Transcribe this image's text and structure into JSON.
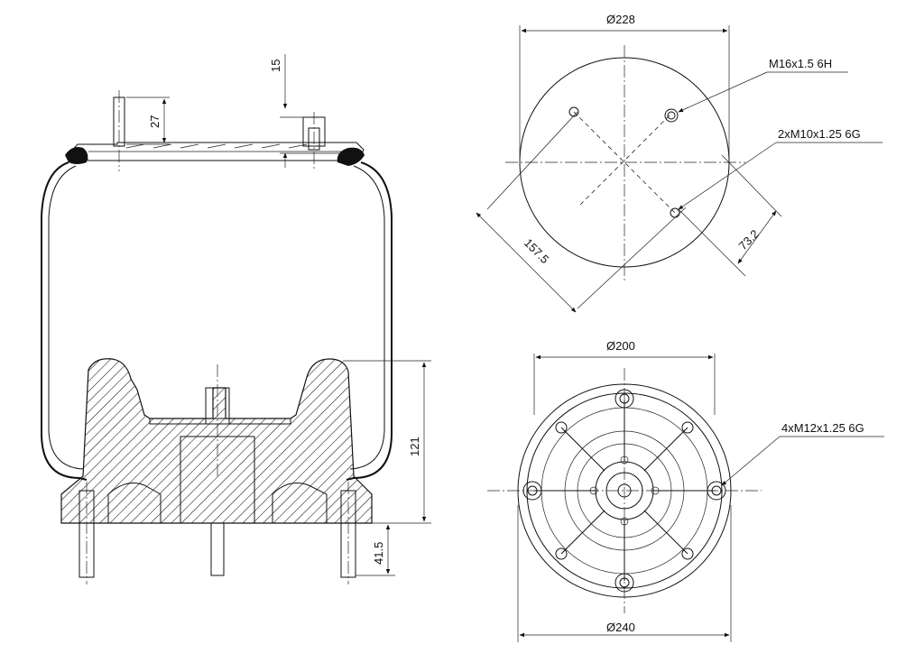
{
  "drawing": {
    "side_view": {
      "dim_top_offset": "15",
      "dim_bolt_length": "27",
      "dim_piston_height": "121",
      "dim_bottom_bolt": "41.5"
    },
    "top_view": {
      "dim_diameter": "Ø228",
      "callout_air_fitting": "M16x1.5 6H",
      "callout_studs": "2xM10x1.25 6G",
      "dim_diagonal": "157.5",
      "dim_offset": "73.2"
    },
    "bottom_view": {
      "dim_inner_diameter": "Ø200",
      "dim_outer_diameter": "Ø240",
      "callout_bolts": "4xM12x1.25 6G"
    }
  }
}
